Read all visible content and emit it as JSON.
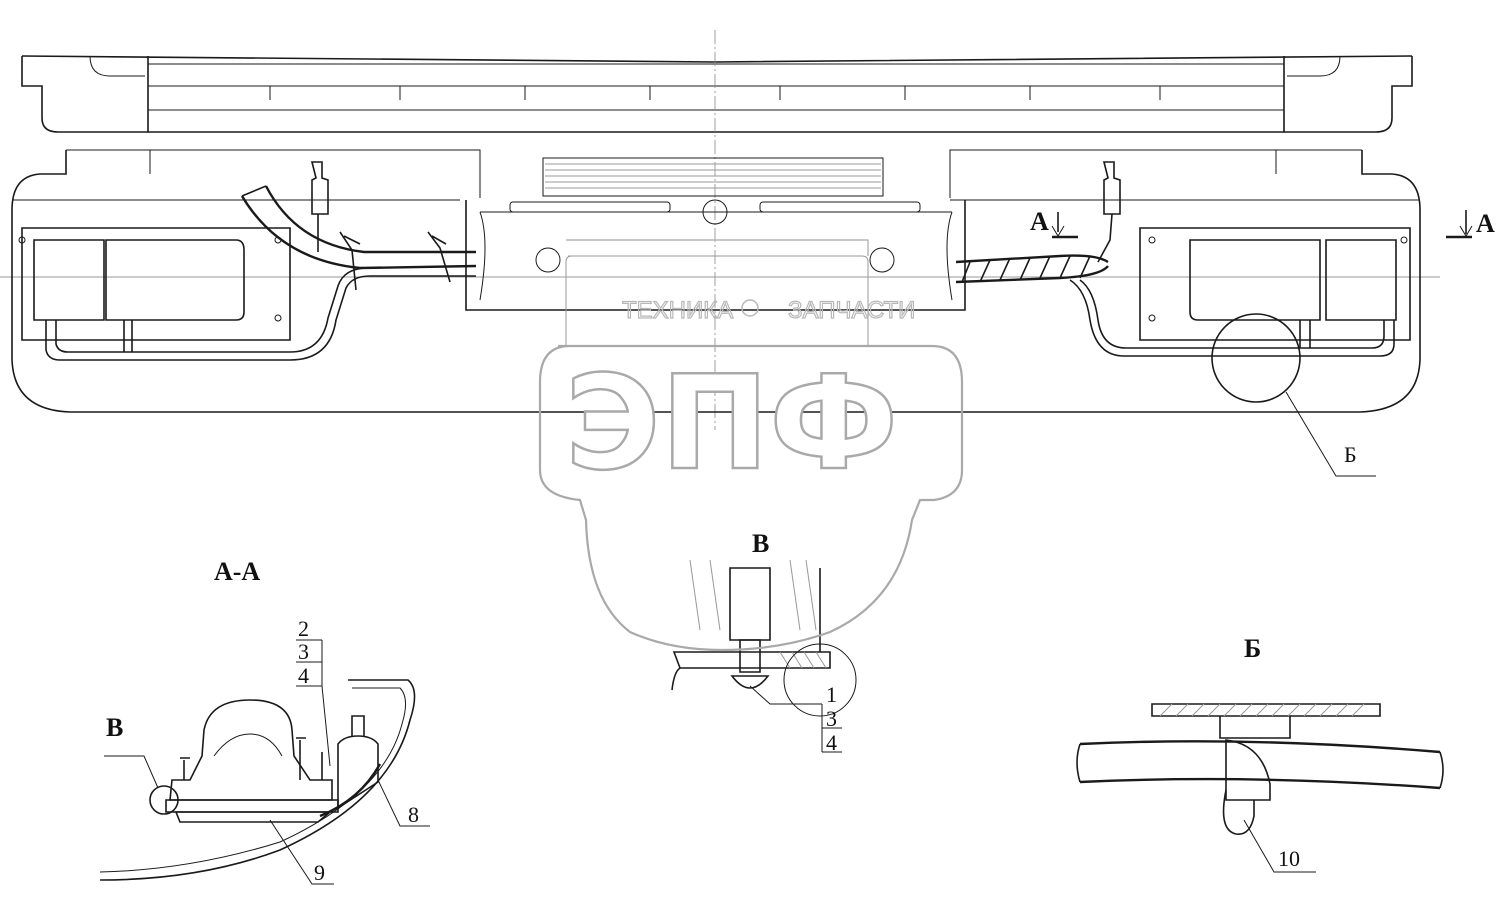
{
  "watermark": {
    "top_text_left": "ТЕХНИКА",
    "top_text_right": "ЗАПЧАСТИ",
    "big_text": "ЭПФ"
  },
  "section_marks": {
    "section_letter_left": "А",
    "section_letter_right": "А",
    "section_title": "А-А",
    "detail_b_label": "Б",
    "detail_b_title": "Б",
    "detail_v_title": "В",
    "detail_v_label": "В"
  },
  "callouts": {
    "aa_stack": [
      "2",
      "3",
      "4"
    ],
    "aa_item_8": "8",
    "aa_item_9": "9",
    "v_stack": [
      "1",
      "3",
      "4"
    ],
    "b_item_10": "10"
  }
}
